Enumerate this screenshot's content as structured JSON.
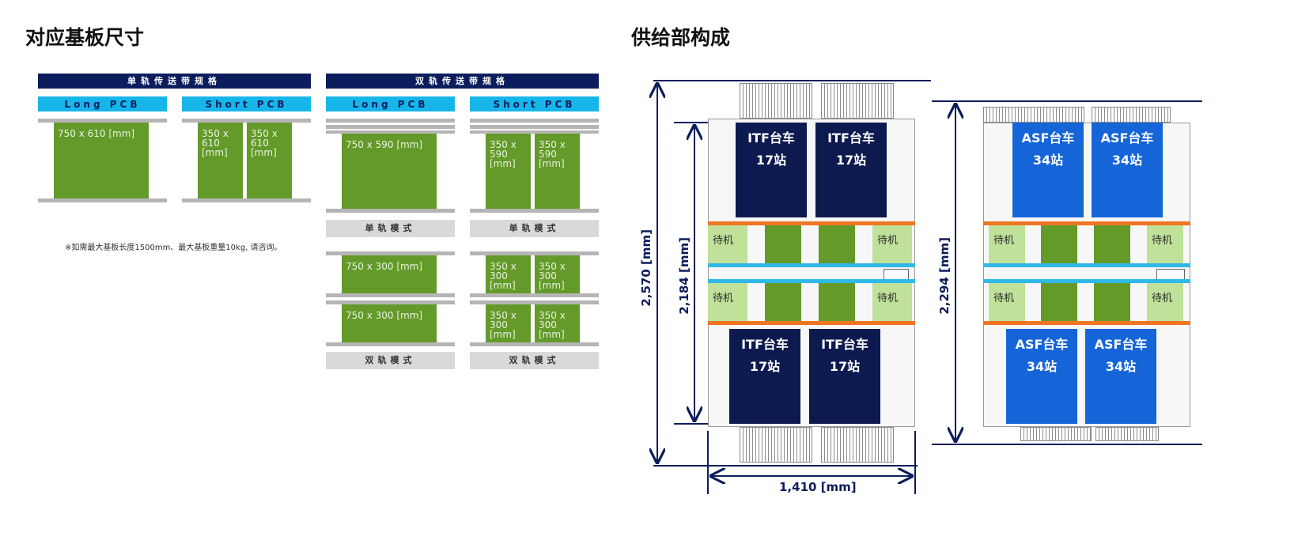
{
  "left_section": {
    "title": "对应基板尺寸"
  },
  "right_section": {
    "title": "供给部构成"
  },
  "single_lane": {
    "header": "单轨传送带规格",
    "long_label": "Long PCB",
    "short_label": "Short PCB",
    "long_size": "750 x 610 [mm]",
    "short_size": "350 x\n610\n[mm]"
  },
  "dual_lane": {
    "header": "双轨传送带规格",
    "long_label": "Long PCB",
    "short_label": "Short PCB",
    "long_single_size": "750 x 590 [mm]",
    "short_single_size": "350 x\n590\n[mm]",
    "single_mode_label": "单轨模式",
    "long_dual_size": "750 x 300 [mm]",
    "short_dual_size": "350 x\n300\n[mm]",
    "dual_mode_label": "双轨模式"
  },
  "note": "※如需最大基板长度1500mm、最大基板重量10kg, 请咨询。",
  "itf": {
    "cart_line1": "ITF台车",
    "cart_line2": "17站"
  },
  "asf": {
    "cart_line1": "ASF台车",
    "cart_line2": "34站"
  },
  "standby_label": "待机",
  "dimensions": {
    "total_height": "2,570 [mm]",
    "itf_height": "2,184 [mm]",
    "asf_height": "2,294 [mm]",
    "width": "1,410 [mm]"
  },
  "colors": {
    "navy": "#0b1d5c",
    "cyan": "#16b6ea",
    "pcb_green": "#639a2a",
    "standby_green": "#c0e19a",
    "orange_stripe": "#ee7623",
    "itf_cart": "#0d1a4f",
    "asf_cart": "#1565d8"
  }
}
